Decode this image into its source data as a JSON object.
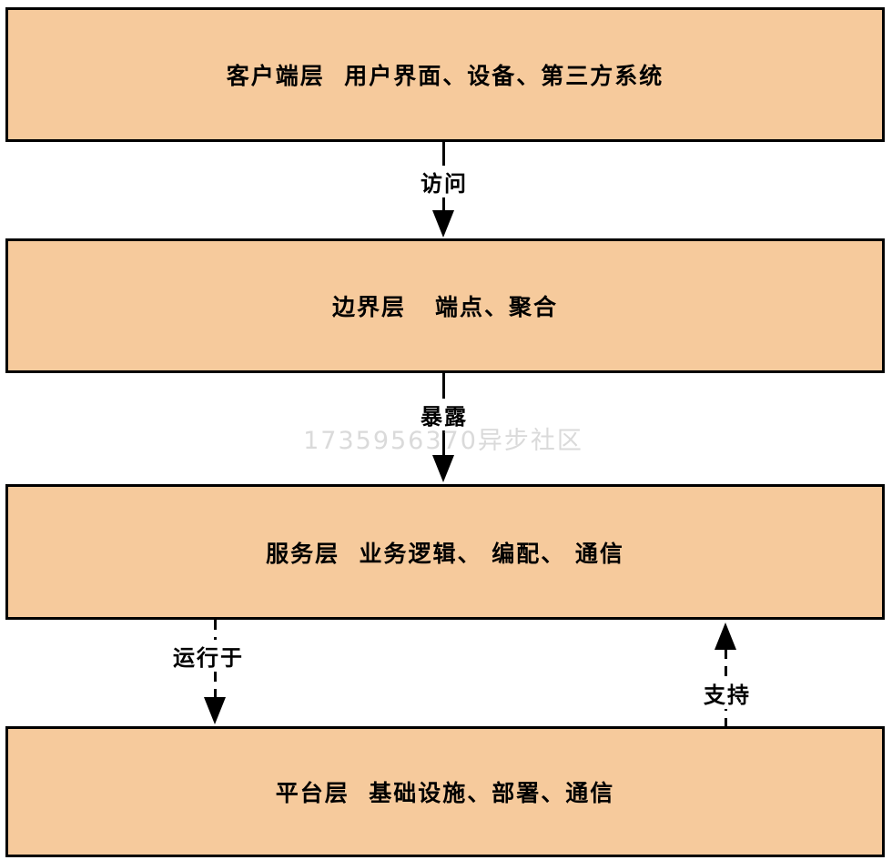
{
  "diagram": {
    "background": "#ffffff",
    "box_fill": "#f6ca9c",
    "box_border": "#000000",
    "layers": [
      {
        "id": "client",
        "label": "客户端层  用户界面、设备、第三方系统"
      },
      {
        "id": "boundary",
        "label": "边界层   端点、聚合"
      },
      {
        "id": "service",
        "label": "服务层  业务逻辑、 编配、 通信"
      },
      {
        "id": "platform",
        "label": "平台层  基础设施、部署、通信"
      }
    ],
    "arrows": [
      {
        "label": "访问",
        "from": "client",
        "to": "boundary",
        "direction": "down",
        "style": "solid"
      },
      {
        "label": "暴露",
        "from": "boundary",
        "to": "service",
        "direction": "down",
        "style": "solid"
      },
      {
        "label": "运行于",
        "from": "service",
        "to": "platform",
        "direction": "down",
        "style": "dashed"
      },
      {
        "label": "支持",
        "from": "platform",
        "to": "service",
        "direction": "up",
        "style": "dashed"
      }
    ],
    "watermark": "1735956370异步社区"
  }
}
